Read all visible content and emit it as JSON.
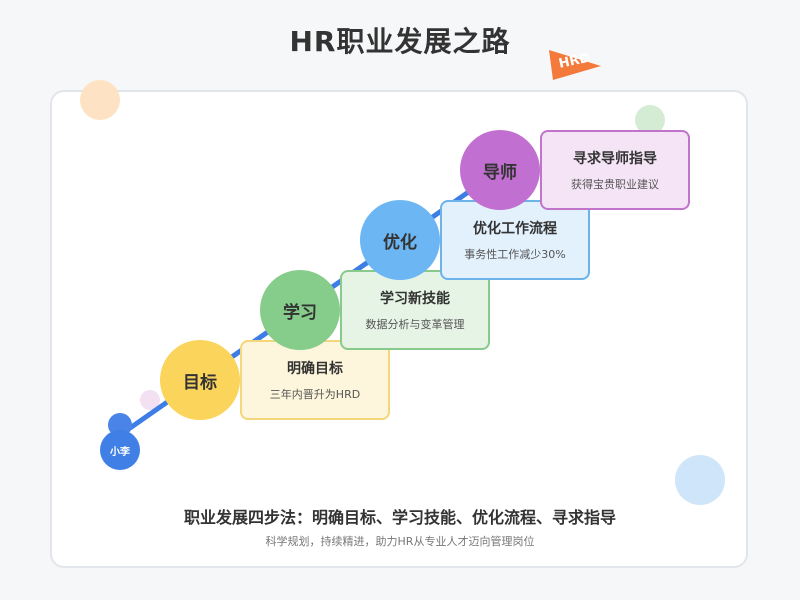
{
  "title": "HR职业发展之路",
  "flag": {
    "label": "HRD",
    "color": "#f47a3c"
  },
  "avatar": {
    "label": "小李",
    "color": "#3f7fe6"
  },
  "steps": [
    {
      "circle_label": "目标",
      "circle_color": "#fbd45c",
      "box_title": "明确目标",
      "box_desc": "三年内晋升为HRD",
      "box_bg": "#fdf6dc",
      "box_border": "#f5d67a"
    },
    {
      "circle_label": "学习",
      "circle_color": "#86cc8a",
      "box_title": "学习新技能",
      "box_desc": "数据分析与变革管理",
      "box_bg": "#e6f4e6",
      "box_border": "#88c98c"
    },
    {
      "circle_label": "优化",
      "circle_color": "#6bb6f3",
      "box_title": "优化工作流程",
      "box_desc": "事务性工作减少30%",
      "box_bg": "#e3f1fc",
      "box_border": "#6cb3ea"
    },
    {
      "circle_label": "导师",
      "circle_color": "#c16fd0",
      "box_title": "寻求导师指导",
      "box_desc": "获得宝贵职业建议",
      "box_bg": "#f4e4f6",
      "box_border": "#c074cc"
    }
  ],
  "summary": {
    "headline": "职业发展四步法：明确目标、学习技能、优化流程、寻求指导",
    "subline": "科学规划，持续精进，助力HR从专业人才迈向管理岗位"
  },
  "colors": {
    "path_line": "#3d7de6",
    "card_border": "#e2e5ea"
  }
}
